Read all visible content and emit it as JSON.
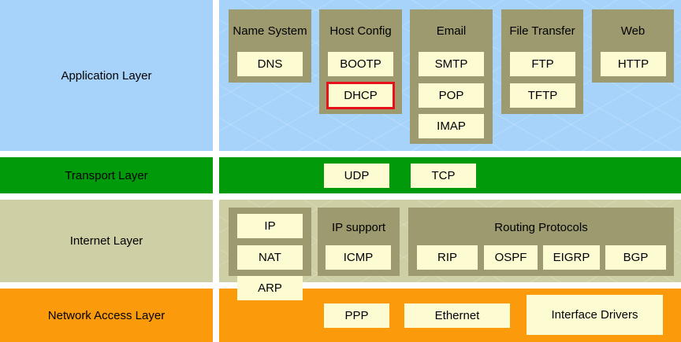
{
  "colors": {
    "application": "#a7d3fb",
    "transport": "#009a0a",
    "internet": "#cfcfa5",
    "network": "#fb9a0a",
    "group": "#9c9a6e",
    "protocol_box": "#fdfbd1",
    "highlight": "#e8101b"
  },
  "layers": {
    "application": "Application Layer",
    "transport": "Transport Layer",
    "internet": "Internet Layer",
    "network_access": "Network Access Layer"
  },
  "application": {
    "name_system": {
      "title": "Name System",
      "protocols": [
        "DNS"
      ]
    },
    "host_config": {
      "title": "Host Config",
      "protocols": [
        "BOOTP",
        "DHCP"
      ],
      "highlighted": "DHCP"
    },
    "email": {
      "title": "Email",
      "protocols": [
        "SMTP",
        "POP",
        "IMAP"
      ]
    },
    "file_transfer": {
      "title": "File Transfer",
      "protocols": [
        "FTP",
        "TFTP"
      ]
    },
    "web": {
      "title": "Web",
      "protocols": [
        "HTTP"
      ]
    }
  },
  "transport": {
    "protocols": [
      "UDP",
      "TCP"
    ]
  },
  "internet": {
    "ip_group": {
      "protocols": [
        "IP",
        "NAT",
        "ARP"
      ]
    },
    "ip_support": {
      "title": "IP support",
      "protocols": [
        "ICMP"
      ]
    },
    "routing": {
      "title": "Routing Protocols",
      "protocols": [
        "RIP",
        "OSPF",
        "EIGRP",
        "BGP"
      ]
    }
  },
  "network_access": {
    "protocols": [
      "PPP",
      "Ethernet",
      "Interface Drivers"
    ]
  }
}
